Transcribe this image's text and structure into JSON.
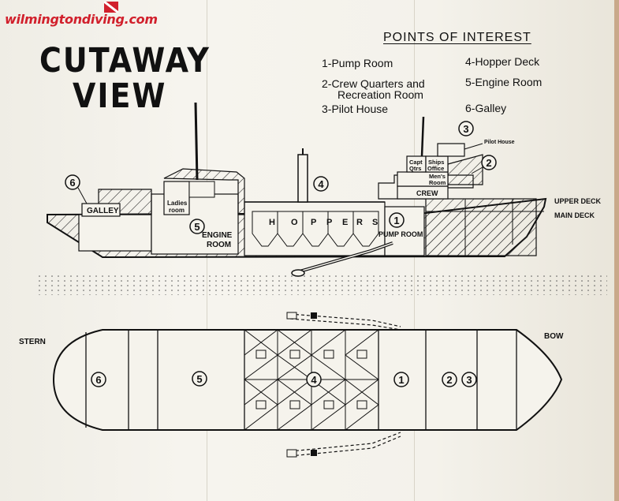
{
  "website": "wilmingtondiving.com",
  "title": {
    "line1": "CUTAWAY",
    "line2": "VIEW"
  },
  "points_of_interest": {
    "heading": "POINTS OF INTEREST",
    "items": [
      "1-Pump Room",
      "2-Crew Quarters and",
      "Recreation Room",
      "3-Pilot House",
      "4-Hopper Deck",
      "5-Engine Room",
      "6-Galley"
    ]
  },
  "side_view": {
    "labels": {
      "galley": "GALLEY",
      "ladies_1": "Ladies",
      "ladies_2": "room",
      "engine_1": "ENGINE",
      "engine_2": "ROOM",
      "hoppers": [
        "H",
        "O",
        "P",
        "P",
        "E",
        "R",
        "S"
      ],
      "pump_room": "PUMP ROOM",
      "capt_1": "Capt",
      "capt_2": "Qtrs",
      "ships_1": "Ships",
      "ships_2": "Office",
      "mens_1": "Men's",
      "mens_2": "Room",
      "crew": "CREW",
      "pilot_house": "Pilot House",
      "upper_deck": "UPPER DECK",
      "main_deck": "MAIN DECK"
    },
    "markers": [
      "6",
      "5",
      "4",
      "1",
      "3",
      "2"
    ]
  },
  "top_view": {
    "stern": "STERN",
    "bow": "BOW",
    "markers": [
      "6",
      "5",
      "4",
      "1",
      "2",
      "3"
    ]
  },
  "colors": {
    "ink": "#111111",
    "paper": "#f3f1ea",
    "brand_red": "#d1202c"
  }
}
